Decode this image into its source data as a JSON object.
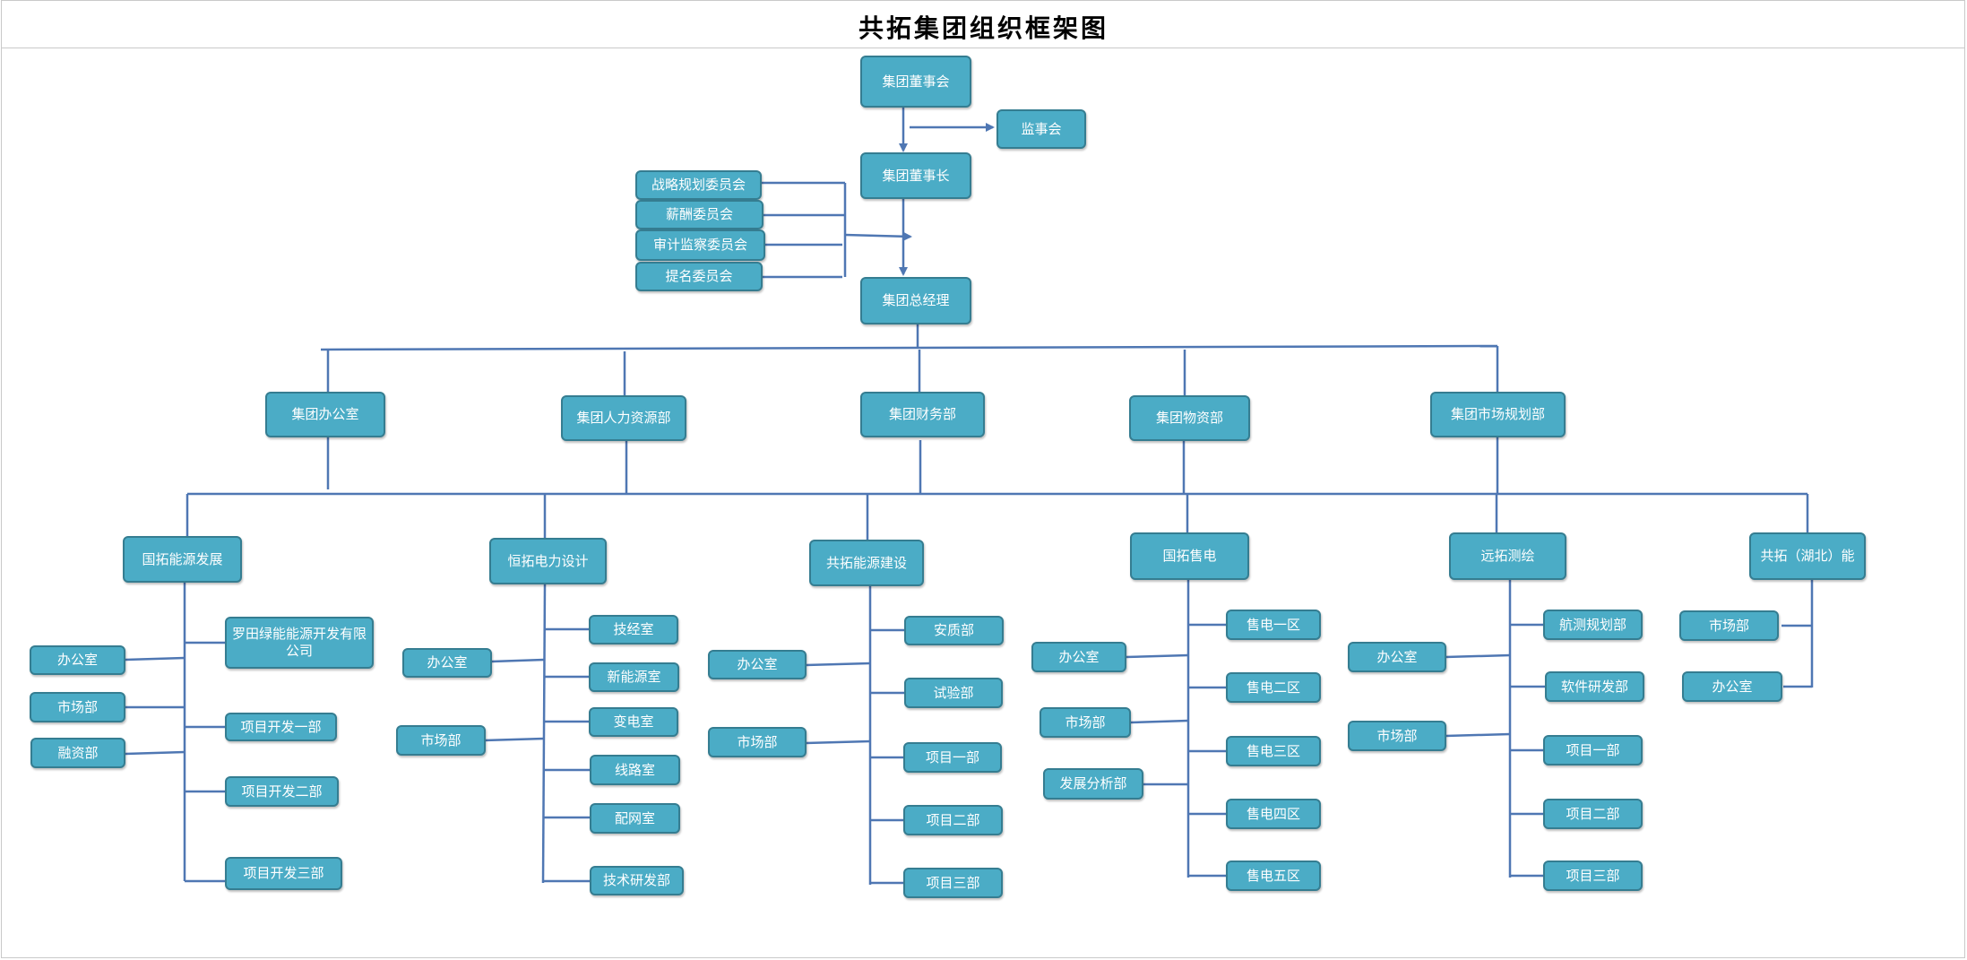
{
  "title": "共拓集团组织框架图",
  "colors": {
    "box_fill": "#4bacc6",
    "box_border": "#357d91",
    "connector": "#4f77b3"
  },
  "nodes": {
    "board": "集团董事会",
    "supervisory": "监事会",
    "chairman": "集团董事长",
    "strategy_committee": "战略规划委员会",
    "compensation_committee": "薪酬委员会",
    "audit_committee": "审计监察委员会",
    "nomination_committee": "提名委员会",
    "gm": "集团总经理",
    "dept_office": "集团办公室",
    "dept_hr": "集团人力资源部",
    "dept_finance": "集团财务部",
    "dept_material": "集团物资部",
    "dept_market": "集团市场规划部",
    "sub_guotuo_energy": "国拓能源发展",
    "sub_hengtuo": "恒拓电力设计",
    "sub_gongtuo_build": "共拓能源建设",
    "sub_guotuo_sales": "国拓售电",
    "sub_yuantuo": "远拓测绘",
    "sub_hubei": "共拓（湖北）能",
    "ge_office": "办公室",
    "ge_market": "市场部",
    "ge_finance": "融资部",
    "ge_luotian": "罗田绿能能源开发有限公司",
    "ge_proj1": "项目开发一部",
    "ge_proj2": "项目开发二部",
    "ge_proj3": "项目开发三部",
    "ht_office": "办公室",
    "ht_market": "市场部",
    "ht_tech_mgmt": "技经室",
    "ht_new_energy": "新能源室",
    "ht_substation": "变电室",
    "ht_line": "线路室",
    "ht_distribution": "配网室",
    "ht_rd": "技术研发部",
    "gb_office": "办公室",
    "gb_market": "市场部",
    "gb_safety": "安质部",
    "gb_test": "试验部",
    "gb_proj1": "项目一部",
    "gb_proj2": "项目二部",
    "gb_proj3": "项目三部",
    "gs_office": "办公室",
    "gs_market": "市场部",
    "gs_analysis": "发展分析部",
    "gs_zone1": "售电一区",
    "gs_zone2": "售电二区",
    "gs_zone3": "售电三区",
    "gs_zone4": "售电四区",
    "gs_zone5": "售电五区",
    "yt_office": "办公室",
    "yt_market": "市场部",
    "yt_survey": "航测规划部",
    "yt_software": "软件研发部",
    "yt_proj1": "项目一部",
    "yt_proj2": "项目二部",
    "yt_proj3": "项目三部",
    "hb_market": "市场部",
    "hb_office": "办公室"
  }
}
